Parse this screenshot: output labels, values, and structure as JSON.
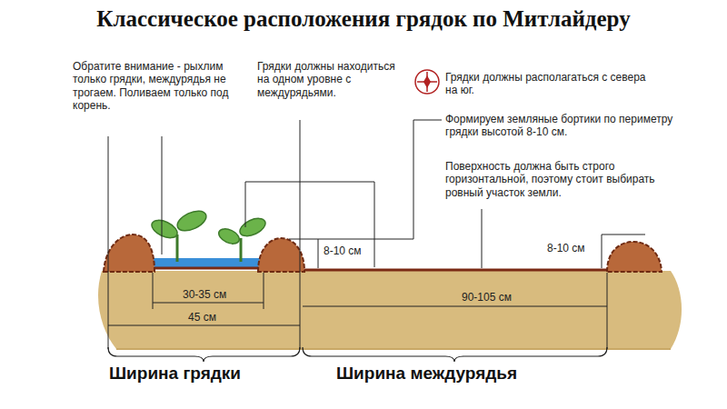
{
  "diagram": {
    "title": "Классическое расположения грядок по Митлайдеру",
    "labels": [
      "Обратите внимание - рыхлим только грядки, междурядья не трогаем. Поливаем только под корень.",
      "Грядки должны находиться на одном уровне с междурядьями.",
      "Грядки должны располагаться с севера на юг.",
      "Формируем земляные бортики по периметру грядки высотой 8-10 см.",
      "Поверхность должна быть строго горизонтальной, поэтому стоит выбирать ровный участок земли.",
      "8-10 см",
      "8-10 см",
      "30-35 см",
      "45 см",
      "90-105 см",
      "Ширина грядки",
      "Ширина междурядья"
    ]
  }
}
